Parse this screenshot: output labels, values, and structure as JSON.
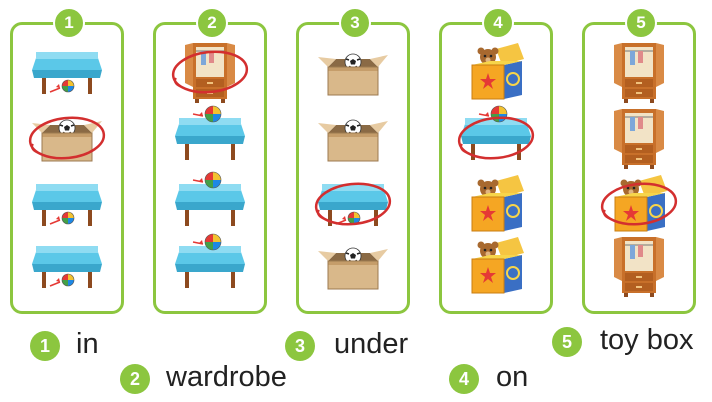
{
  "panels": [
    {
      "number": "1",
      "items": [
        "table-ball-under",
        "box-ball-in",
        "table-ball-under",
        "table-ball-under"
      ],
      "circled_index": 1
    },
    {
      "number": "2",
      "items": [
        "wardrobe",
        "table-ball-on",
        "table-ball-on",
        "table-ball-on"
      ],
      "circled_index": 0
    },
    {
      "number": "3",
      "items": [
        "box-ball-in",
        "box-ball-in",
        "table-ball-under",
        "box-ball-in"
      ],
      "circled_index": 2
    },
    {
      "number": "4",
      "items": [
        "toybox",
        "table-ball-on",
        "toybox",
        "toybox"
      ],
      "circled_index": 1
    },
    {
      "number": "5",
      "items": [
        "wardrobe",
        "wardrobe",
        "toybox",
        "wardrobe"
      ],
      "circled_index": 2
    }
  ],
  "answers": [
    {
      "number": "1",
      "word": "in"
    },
    {
      "number": "2",
      "word": "wardrobe"
    },
    {
      "number": "3",
      "word": "under"
    },
    {
      "number": "4",
      "word": "on"
    },
    {
      "number": "5",
      "word": "toy box"
    }
  ],
  "colors": {
    "accent_green": "#8cc63f",
    "circle_red": "#d32f2f",
    "table_blue": "#5bc8e8",
    "wood_orange": "#c8702a",
    "box_tan": "#d9b88a"
  }
}
